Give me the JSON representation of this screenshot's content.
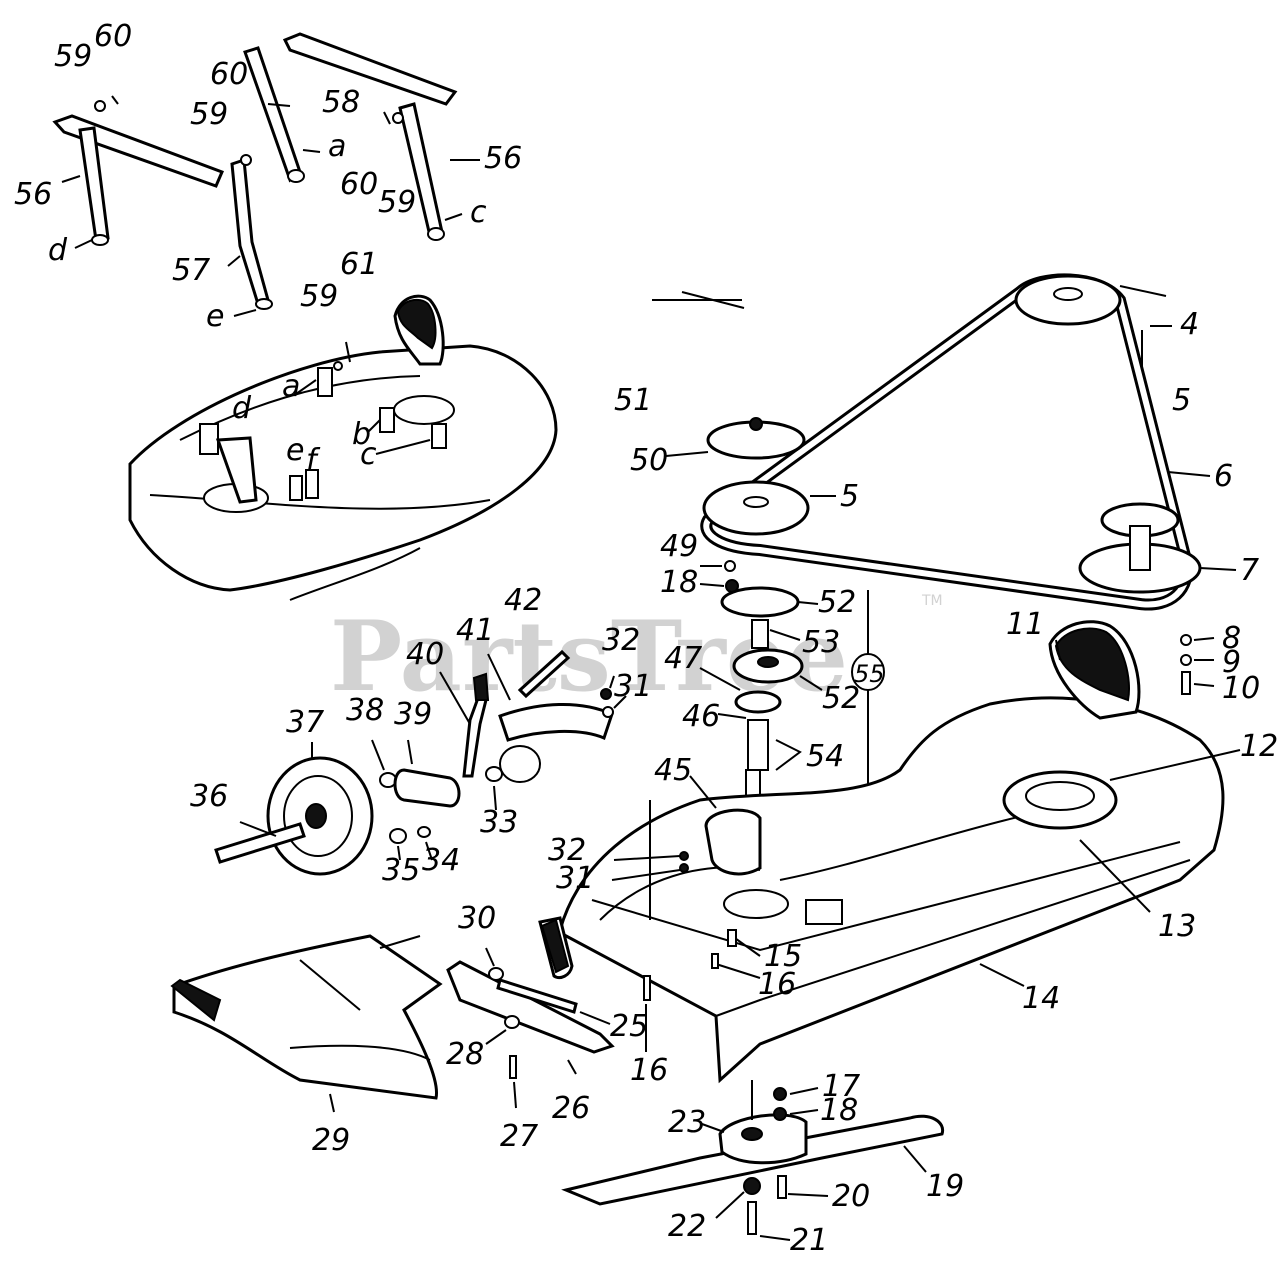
{
  "watermark": {
    "text": "PartsTree",
    "trademark": "TM"
  },
  "callouts": {
    "c4": "4",
    "c5a": "5",
    "c5b": "5",
    "c6": "6",
    "c7": "7",
    "c8": "8",
    "c9": "9",
    "c10": "10",
    "c11": "11",
    "c12": "12",
    "c13": "13",
    "c14": "14",
    "c15": "15",
    "c16a": "16",
    "c16b": "16",
    "c17": "17",
    "c18a": "18",
    "c18b": "18",
    "c19": "19",
    "c20": "20",
    "c21": "21",
    "c22": "22",
    "c23": "23",
    "c25": "25",
    "c26": "26",
    "c27": "27",
    "c28": "28",
    "c29": "29",
    "c30": "30",
    "c31a": "31",
    "c31b": "31",
    "c32a": "32",
    "c32b": "32",
    "c33": "33",
    "c34": "34",
    "c35": "35",
    "c36": "36",
    "c37": "37",
    "c38": "38",
    "c39": "39",
    "c40": "40",
    "c41": "41",
    "c42": "42",
    "c45": "45",
    "c46": "46",
    "c47": "47",
    "c49": "49",
    "c50": "50",
    "c51": "51",
    "c52a": "52",
    "c52b": "52",
    "c53": "53",
    "c54": "54",
    "c55": "55",
    "c56a": "56",
    "c56b": "56",
    "c57": "57",
    "c58": "58",
    "c59a": "59",
    "c59b": "59",
    "c59c": "59",
    "c59d": "59",
    "c60a": "60",
    "c60b": "60",
    "c60c": "60",
    "c61": "61"
  },
  "letters": {
    "a1": "a",
    "a2": "a",
    "b1": "b",
    "c1": "c",
    "c2": "c",
    "d1": "d",
    "d2": "d",
    "e1": "e",
    "e2": "e",
    "f1": "f"
  }
}
